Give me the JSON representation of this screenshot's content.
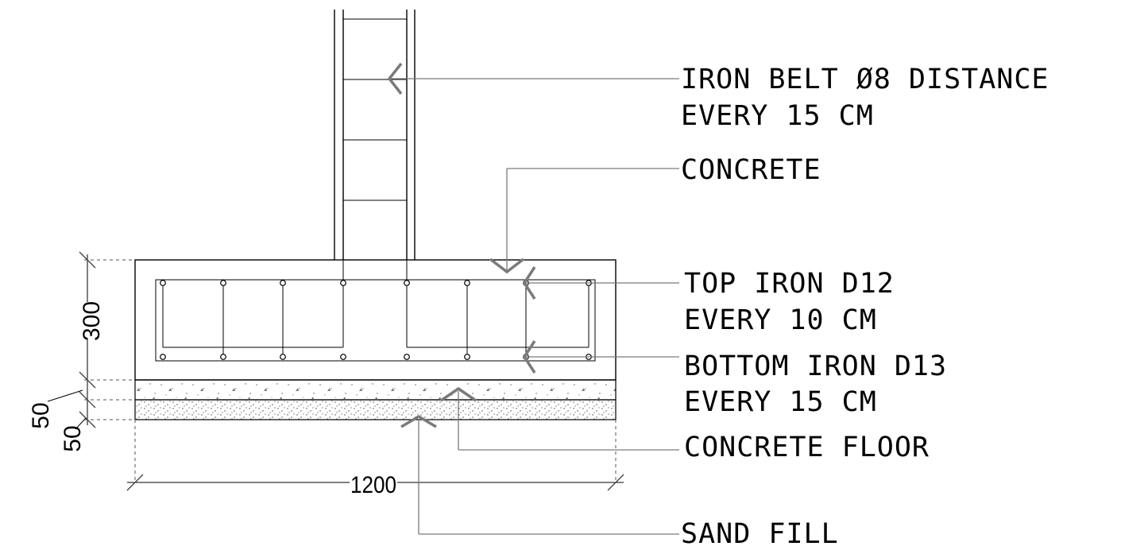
{
  "labels": {
    "iron_belt_line1": "IRON BELT Ø8 DISTANCE",
    "iron_belt_line2": "EVERY 15 CM",
    "concrete": "CONCRETE",
    "top_iron_line1": "TOP IRON D12",
    "top_iron_line2": "EVERY 10 CM",
    "bottom_iron_line1": "BOTTOM IRON D13",
    "bottom_iron_line2": "EVERY 15 CM",
    "concrete_floor": "CONCRETE FLOOR",
    "sand_fill": "SAND FILL"
  },
  "dimensions": {
    "footing_height": "300",
    "floor_thickness": "50",
    "fill_thickness": "50",
    "footing_width": "1200"
  },
  "colors": {
    "line": "#000000",
    "leader": "#7a7a7a"
  }
}
